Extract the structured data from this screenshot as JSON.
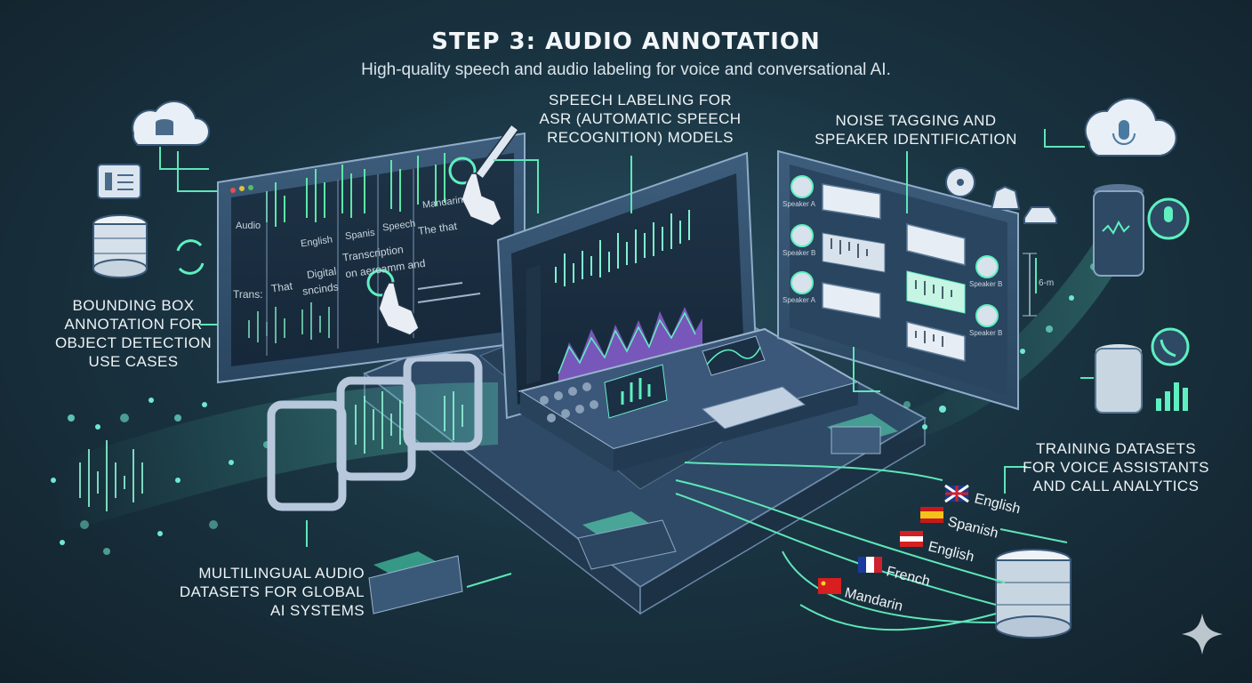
{
  "header": {
    "title": "STEP 3: AUDIO ANNOTATION",
    "subtitle": "High-quality speech and audio labeling for voice and conversational AI."
  },
  "callouts": {
    "speech_labeling": [
      "SPEECH LABELING FOR",
      "ASR (AUTOMATIC SPEECH",
      "RECOGNITION) MODELS"
    ],
    "noise_tagging": [
      "NOISE TAGGING AND",
      "SPEAKER IDENTIFICATION"
    ],
    "bounding_box": [
      "BOUNDING BOX",
      "ANNOTATION FOR",
      "OBJECT DETECTION",
      "USE CASES"
    ],
    "multilingual": [
      "MULTILINGUAL AUDIO",
      "DATASETS FOR GLOBAL",
      "AI SYSTEMS"
    ],
    "training": [
      "TRAINING DATASETS",
      "FOR VOICE ASSISTANTS",
      "AND CALL ANALYTICS"
    ]
  },
  "left_panel": {
    "row_label": "Audio",
    "columns": [
      "English",
      "Spanis",
      "Speech",
      "Mandarin"
    ],
    "trans_label": "Trans:",
    "texts": [
      "That",
      "Digital",
      "sncinds",
      "Transcription",
      "on aeroamm and",
      "The that"
    ]
  },
  "right_panel": {
    "speakers": [
      "Speaker A",
      "Speaker B",
      "Speaker A",
      "Speaker B",
      "Speaker B"
    ],
    "measure": "6-m"
  },
  "languages": [
    {
      "name": "English",
      "flag": "uk"
    },
    {
      "name": "Spanish",
      "flag": "es"
    },
    {
      "name": "English",
      "flag": "at"
    },
    {
      "name": "French",
      "flag": "fr"
    },
    {
      "name": "Mandarin",
      "flag": "cn"
    }
  ],
  "icons": [
    "cloud-database-icon",
    "document-icon",
    "database-icon",
    "sync-icon",
    "cloud-microphone-icon",
    "fan-icon",
    "dog-icon",
    "car-icon",
    "smart-speaker-icon",
    "microphone-bubble-icon",
    "phone-icon",
    "bar-chart-icon",
    "sparkle-icon"
  ],
  "colors": {
    "accent": "#5ef0c0",
    "panel": "#3a5a78",
    "background": "#1a3442",
    "purple": "#a070e0"
  }
}
